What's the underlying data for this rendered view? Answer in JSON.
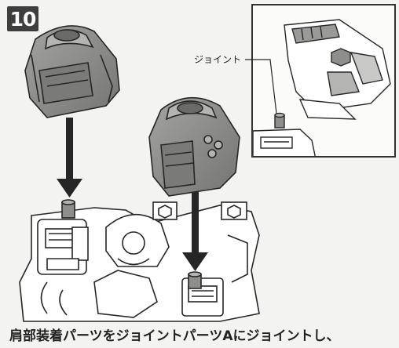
{
  "step": {
    "number": "10"
  },
  "inset": {
    "callout_label": "ジョイント"
  },
  "instruction": {
    "text": "肩部装着パーツをジョイントパーツAにジョイントし、"
  },
  "colors": {
    "part_fill": "#8e8e8c",
    "part_dark": "#5e5e5c",
    "ink": "#262626",
    "badge": "#3e3e3e",
    "background": "#f3f3f1"
  },
  "icons": [
    "down-arrow-icon",
    "down-arrow-icon"
  ]
}
